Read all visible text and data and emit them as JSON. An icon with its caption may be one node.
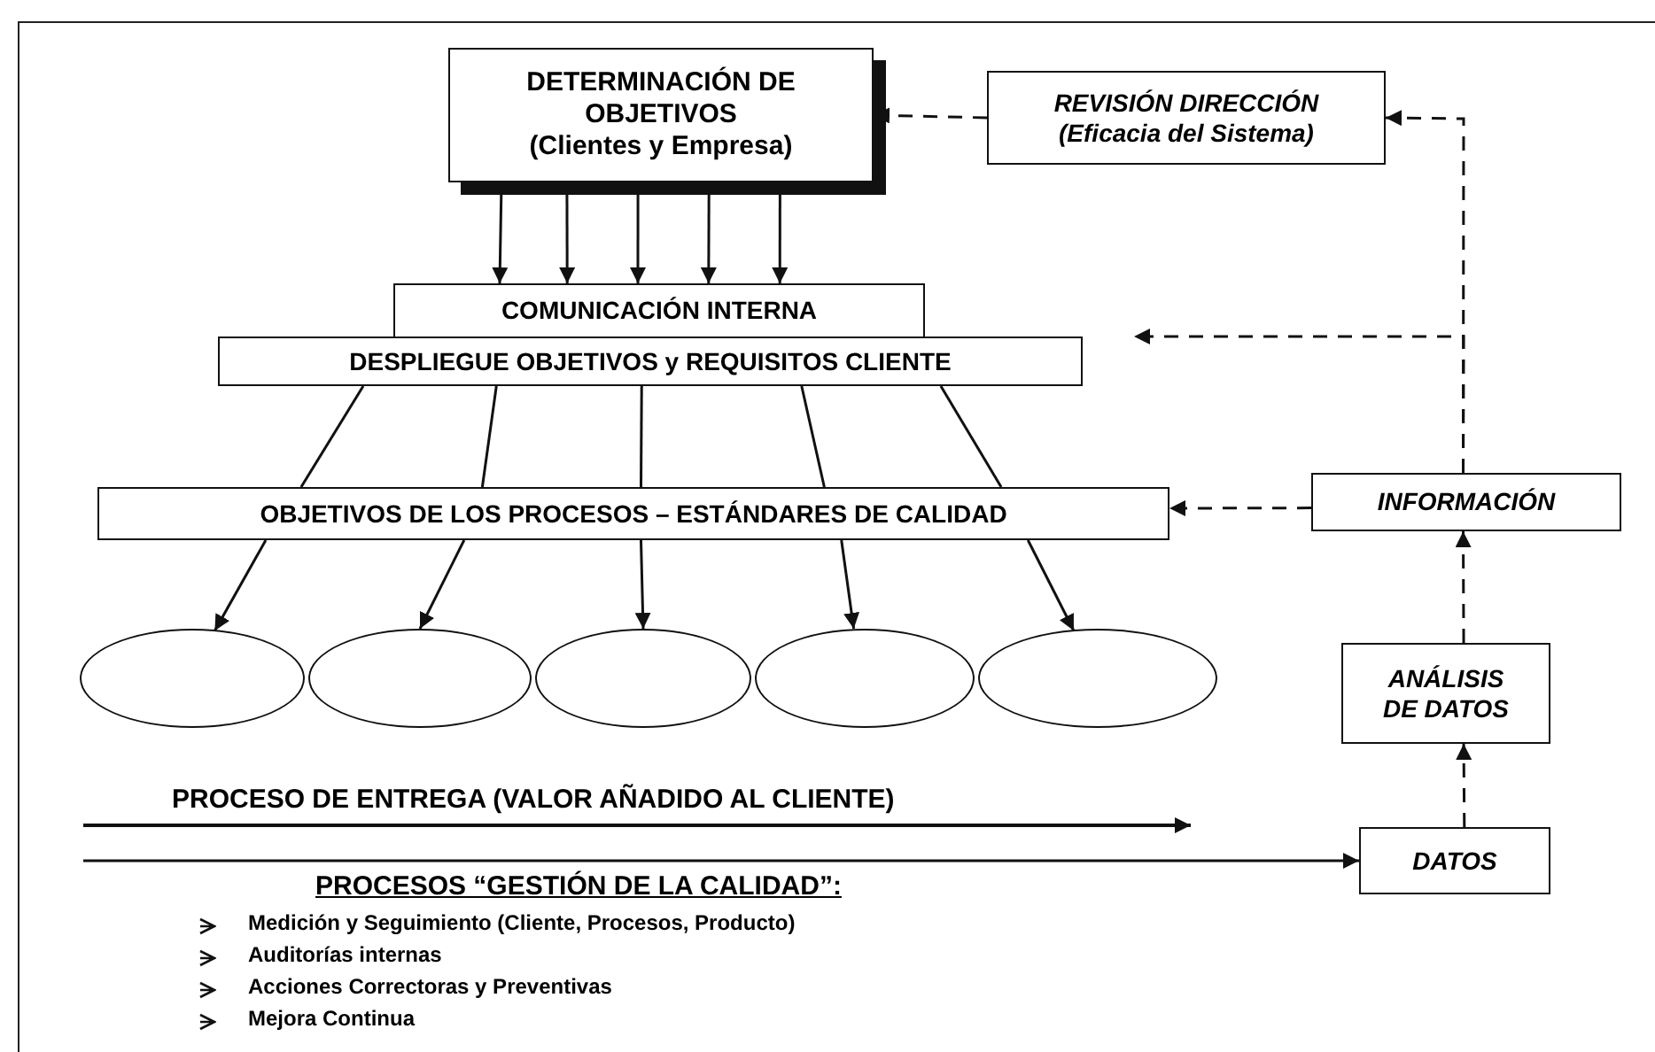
{
  "diagram": {
    "nodes": [
      {
        "text": [
          "DETERMINACIÓN DE OBJETIVOS",
          "(Clientes y Empresa)"
        ]
      },
      {
        "text": [
          "REVISIÓN DIRECCIÓN",
          "(Eficacia del Sistema)"
        ]
      },
      {
        "text": [
          "COMUNICACIÓN INTERNA"
        ]
      },
      {
        "text": [
          "DESPLIEGUE OBJETIVOS y REQUISITOS CLIENTE"
        ]
      },
      {
        "text": [
          "OBJETIVOS DE LOS PROCESOS – ESTÁNDARES DE CALIDAD"
        ]
      },
      {
        "text": [
          "INFORMACIÓN"
        ]
      },
      {
        "text": [],
        "shape": "ellipse"
      },
      {
        "text": [],
        "shape": "ellipse"
      },
      {
        "text": [],
        "shape": "ellipse"
      },
      {
        "text": [],
        "shape": "ellipse"
      },
      {
        "text": [],
        "shape": "ellipse"
      },
      {
        "text": [
          "ANÁLISIS DE DATOS"
        ]
      },
      {
        "text": [
          "DATOS"
        ]
      }
    ],
    "edges": [
      {
        "from": 0,
        "to": 2,
        "arrow": "to"
      },
      {
        "from": 0,
        "to": 2,
        "arrow": "to"
      },
      {
        "from": 0,
        "to": 2,
        "arrow": "to"
      },
      {
        "from": 0,
        "to": 2,
        "arrow": "to"
      },
      {
        "from": 0,
        "to": 2,
        "arrow": "to"
      },
      {
        "from": 3,
        "to": 4,
        "arrow": "none"
      },
      {
        "from": 3,
        "to": 4,
        "arrow": "none"
      },
      {
        "from": 3,
        "to": 4,
        "arrow": "none"
      },
      {
        "from": 3,
        "to": 4,
        "arrow": "none"
      },
      {
        "from": 3,
        "to": 4,
        "arrow": "none"
      },
      {
        "from": 4,
        "to": 6,
        "arrow": "to"
      },
      {
        "from": 4,
        "to": 7,
        "arrow": "to"
      },
      {
        "from": 4,
        "to": 8,
        "arrow": "to"
      },
      {
        "from": 4,
        "to": 9,
        "arrow": "to"
      },
      {
        "from": 4,
        "to": 10,
        "arrow": "to"
      },
      {
        "from": null,
        "to": 12,
        "arrow": "to"
      },
      {
        "from": 12,
        "to": 11,
        "arrow": "to",
        "style": "dashed"
      },
      {
        "from": 11,
        "to": 5,
        "arrow": "to",
        "style": "dashed"
      },
      {
        "from": 5,
        "to": 4,
        "arrow": "to",
        "style": "dashed"
      },
      {
        "from": 5,
        "to": 1,
        "arrow": "to",
        "style": "dashed"
      },
      {
        "from": 5,
        "to": null,
        "arrow": "to",
        "style": "dashed"
      },
      {
        "from": 1,
        "to": 0,
        "arrow": "to",
        "style": "dashed"
      }
    ],
    "labels": [
      "PROCESO DE ENTREGA (VALOR AÑADIDO AL CLIENTE)",
      "PROCESOS “GESTIÓN DE LA CALIDAD”:",
      "Medición y Seguimiento (Cliente, Procesos, Producto)",
      "Auditorías internas",
      "Acciones Correctoras y Preventivas",
      "Mejora Continua"
    ]
  }
}
